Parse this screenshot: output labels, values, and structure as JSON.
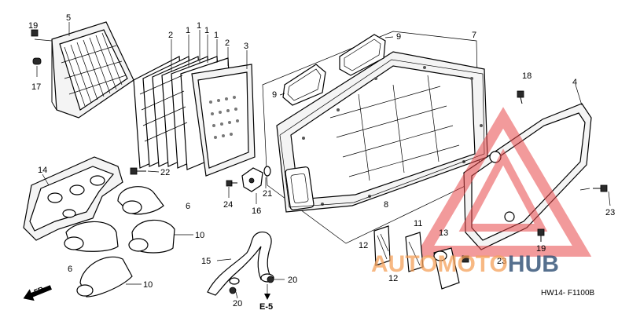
{
  "diagram_code": "HW14- F1100B",
  "section_ref": "E-5",
  "direction_label": "FR.",
  "watermark": {
    "part1": "AUTO",
    "part2": "MOTO",
    "part3": "HUB",
    "accent": "#e8484a",
    "orange": "#f5a15a",
    "navy": "#2c4d73"
  },
  "callouts": {
    "c1a": "1",
    "c1b": "1",
    "c1c": "1",
    "c1d": "1",
    "c2a": "2",
    "c2b": "2",
    "c3": "3",
    "c4": "4",
    "c5": "5",
    "c6a": "6",
    "c6b": "6",
    "c7": "7",
    "c8": "8",
    "c9a": "9",
    "c9b": "9",
    "c10a": "10",
    "c10b": "10",
    "c11": "11",
    "c12a": "12",
    "c12b": "12",
    "c13": "13",
    "c14": "14",
    "c15": "15",
    "c16": "16",
    "c17": "17",
    "c18a": "18",
    "c19a": "19",
    "c19b": "19",
    "c20a": "20",
    "c20b": "20",
    "c21": "21",
    "c22": "22",
    "c23a": "23",
    "c23b": "23",
    "c24": "24"
  }
}
